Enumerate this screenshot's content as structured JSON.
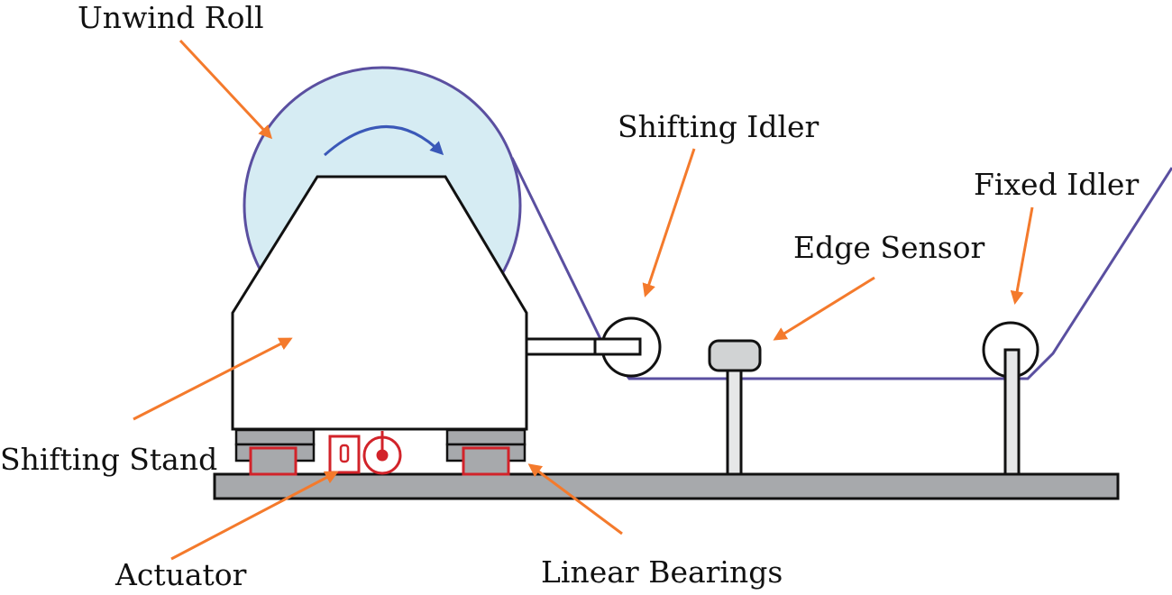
{
  "labels": {
    "unwind_roll": "Unwind Roll",
    "shifting_idler": "Shifting Idler",
    "fixed_idler": "Fixed Idler",
    "edge_sensor": "Edge Sensor",
    "shifting_stand": "Shifting Stand",
    "actuator": "Actuator",
    "linear_bearings": "Linear Bearings"
  },
  "colors": {
    "arrow": "#f47a2c",
    "web": "#5a4fa0",
    "roll_fill": "#d6ecf3",
    "rotation_arrow": "#3a58b8",
    "actuator": "#d2232a",
    "bearing": "#d2232a",
    "metal": "#a7a9ac",
    "outline": "#111111"
  }
}
